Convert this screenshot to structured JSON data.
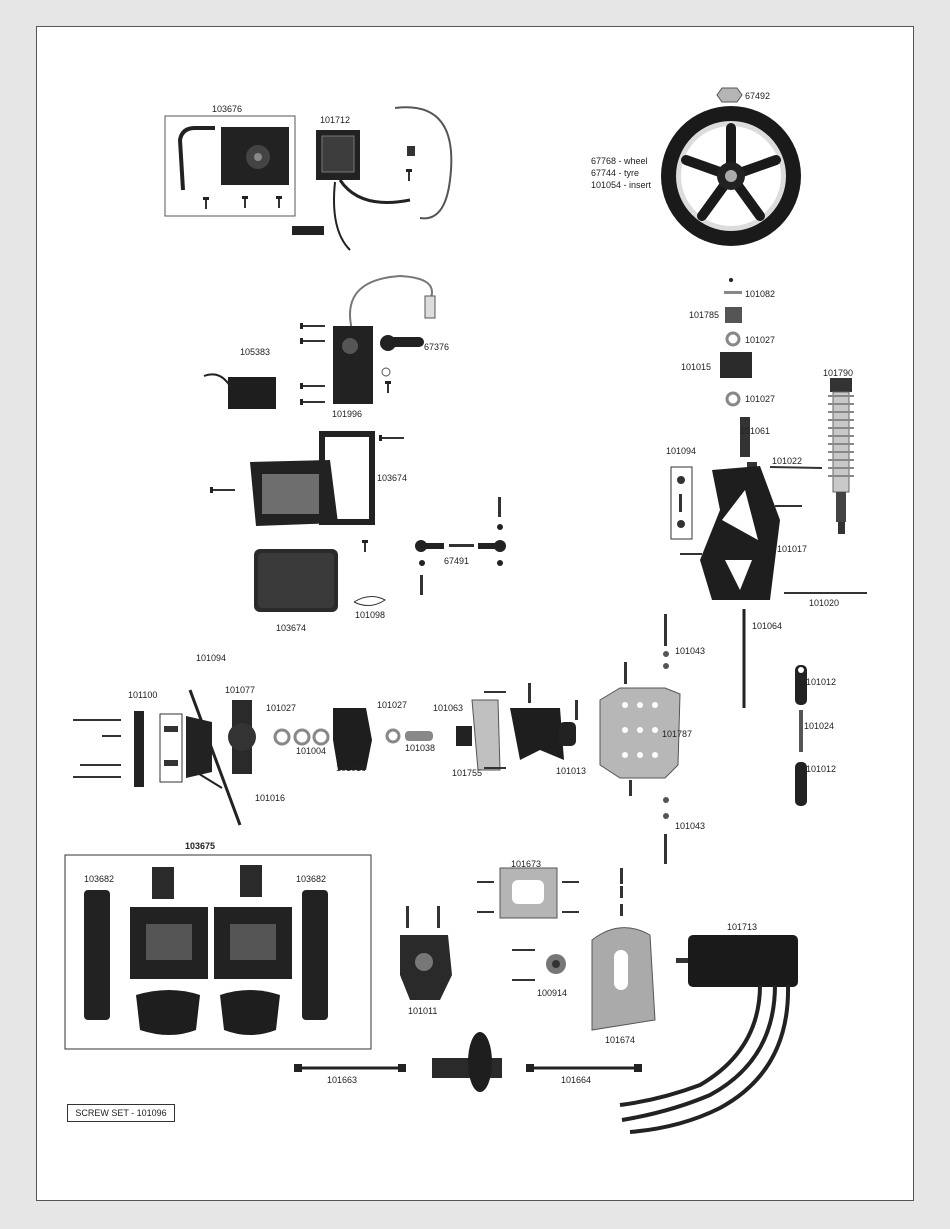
{
  "labels": {
    "p103676": "103676",
    "p101712": "101712",
    "p67492": "67492",
    "p67768": "67768 - wheel",
    "p67744": "67744 - tyre",
    "p101054": "101054 - insert",
    "p101082": "101082",
    "p101785": "101785",
    "p101027a": "101027",
    "p101015": "101015",
    "p101027b": "101027",
    "p101790": "101790",
    "p101061": "101061",
    "p101094a": "101094",
    "p101022": "101022",
    "p101017": "101017",
    "p101020": "101020",
    "p101064": "101064",
    "p105383": "105383",
    "p67376": "67376",
    "p101996": "101996",
    "p103674a": "103674",
    "p67491": "67491",
    "p101098": "101098",
    "p103674b": "103674",
    "p101094b": "101094",
    "p101100": "101100",
    "p101077": "101077",
    "p101027c": "101027",
    "p101004": "101004",
    "p101027d": "101027",
    "p101063": "101063",
    "p101038": "101038",
    "p101016a": "101016",
    "p101755": "101755",
    "p101013": "101013",
    "p101016b": "101016",
    "p101043a": "101043",
    "p101787": "101787",
    "p101012a": "101012",
    "p101024": "101024",
    "p101012b": "101012",
    "p101043b": "101043",
    "p103675": "103675",
    "p103682a": "103682",
    "p103682b": "103682",
    "p101673": "101673",
    "p101713": "101713",
    "p101011": "101011",
    "p100914": "100914",
    "p101674": "101674",
    "p101663": "101663",
    "p101664": "101664"
  },
  "screw_set": "SCREW SET - 101096",
  "colors": {
    "part_dark": "#1e1e1e",
    "part_mid": "#555555",
    "part_silver": "#a9a9a9",
    "line": "#333333"
  }
}
